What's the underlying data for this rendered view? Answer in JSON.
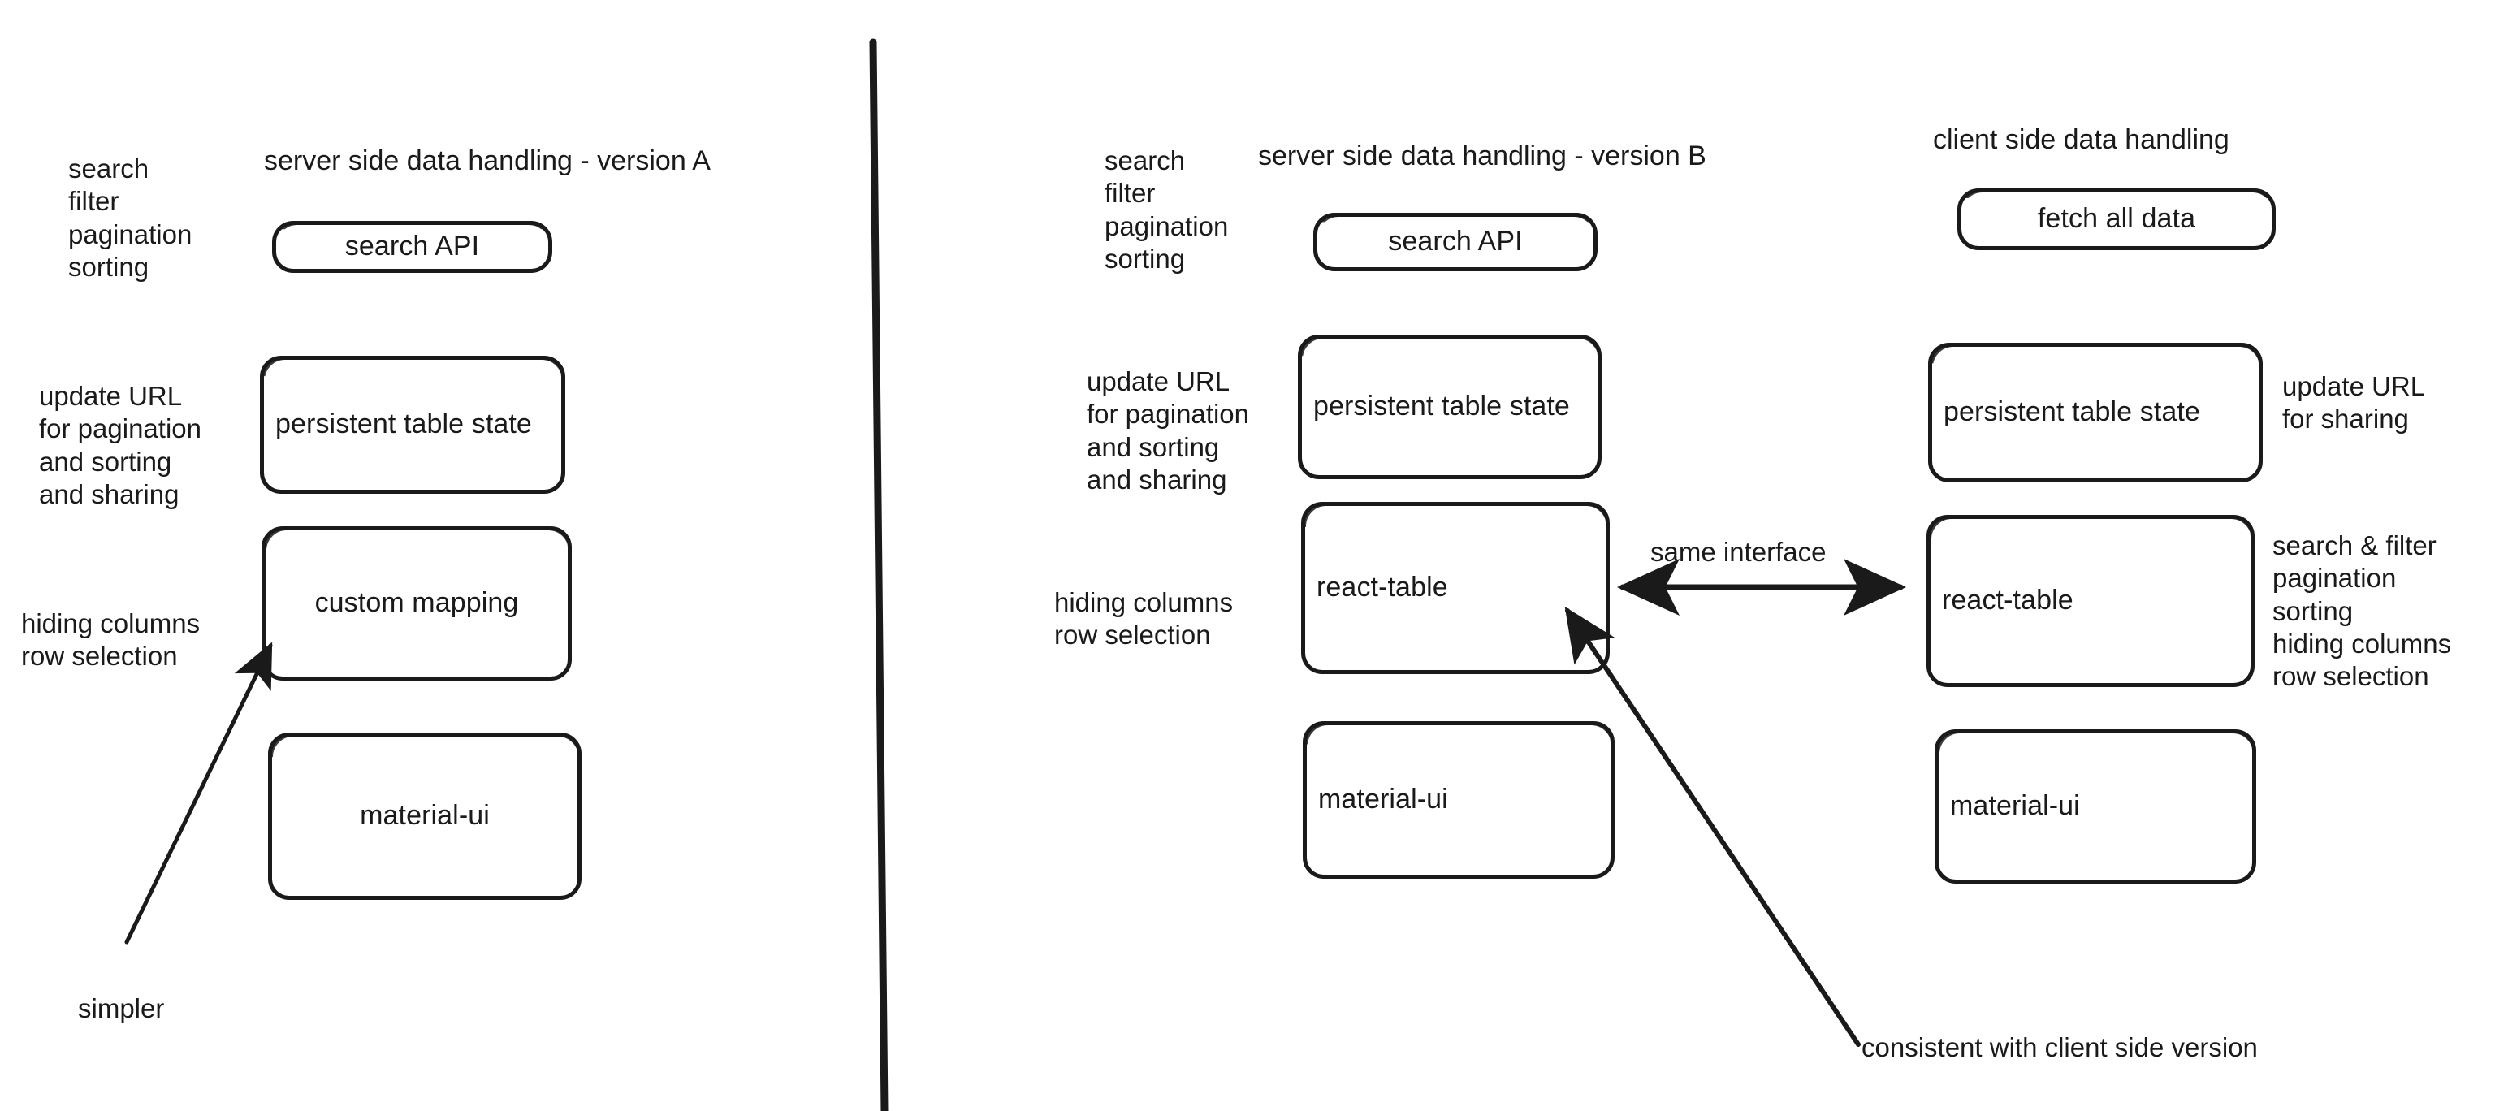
{
  "diagram": {
    "title_left": "server side data handling - version A",
    "title_middle": "server side data handling - version B",
    "title_right": "client side data handling"
  },
  "panels": {
    "version_a": {
      "heading": "server side data handling - version A",
      "left_notes": [
        "search\nfilter\npagination\nsorting",
        "update URL\nfor pagination\nand sorting\nand sharing",
        "hiding columns\nrow selection"
      ],
      "boxes": [
        {
          "label": "search API"
        },
        {
          "label": "persistent table state"
        },
        {
          "label": "custom mapping"
        },
        {
          "label": "material-ui"
        }
      ],
      "annotation": "simpler"
    },
    "version_b": {
      "heading": "server side data handling - version B",
      "left_notes": [
        "search\nfilter\npagination\nsorting",
        "update URL\nfor pagination\nand sorting\nand sharing",
        "hiding columns\nrow selection"
      ],
      "boxes": [
        {
          "label": "search API"
        },
        {
          "label": "persistent table state"
        },
        {
          "label": "react-table"
        },
        {
          "label": "material-ui"
        }
      ],
      "annotation": "consistent with client side version"
    },
    "client_side": {
      "heading": "client side data handling",
      "boxes": [
        {
          "label": "fetch all data"
        },
        {
          "label": "persistent table state"
        },
        {
          "label": "react-table"
        },
        {
          "label": "material-ui"
        }
      ],
      "right_notes": [
        "update URL\nfor sharing",
        "search & filter\npagination\nsorting\nhiding columns\nrow selection"
      ]
    }
  },
  "connectors": {
    "same_interface_label": "same interface"
  },
  "colors": {
    "ink": "#1a1a1a",
    "paper": "#ffffff"
  }
}
